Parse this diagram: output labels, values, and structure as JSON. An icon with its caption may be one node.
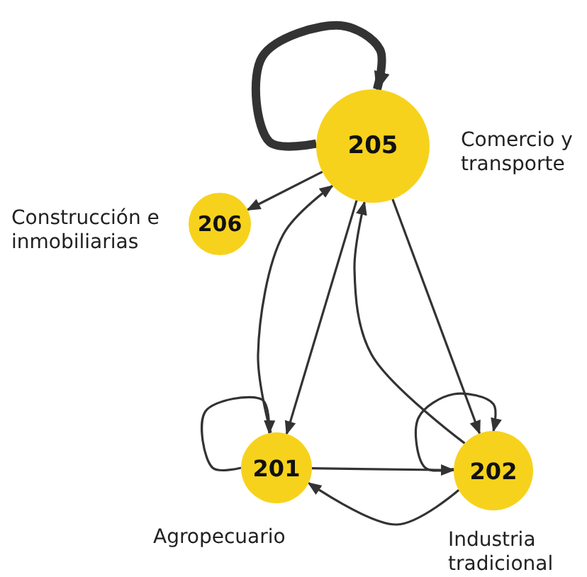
{
  "diagram": {
    "nodes": [
      {
        "text": [
          "205"
        ],
        "beside": [
          "Comercio y transporte"
        ]
      },
      {
        "text": [
          "206"
        ],
        "beside": [
          "Construcción e inmobiliarias"
        ]
      },
      {
        "text": [
          "201"
        ],
        "beside": [
          "Agropecuario"
        ]
      },
      {
        "text": [
          "202"
        ],
        "beside": [
          "Industria tradicional"
        ]
      }
    ],
    "edges": [
      {
        "from": 0,
        "to": 0,
        "arrow": "to",
        "style": "thick"
      },
      {
        "from": 0,
        "to": 1,
        "arrow": "to"
      },
      {
        "from": 2,
        "to": 0,
        "arrow": "to"
      },
      {
        "from": 0,
        "to": 2,
        "arrow": "to"
      },
      {
        "from": 0,
        "to": 3,
        "arrow": "to"
      },
      {
        "from": 3,
        "to": 0,
        "arrow": "to"
      },
      {
        "from": 2,
        "to": 2,
        "arrow": "to"
      },
      {
        "from": 3,
        "to": 3,
        "arrow": "to"
      },
      {
        "from": 2,
        "to": 3,
        "arrow": "to"
      },
      {
        "from": 3,
        "to": 2,
        "arrow": "to"
      }
    ]
  }
}
